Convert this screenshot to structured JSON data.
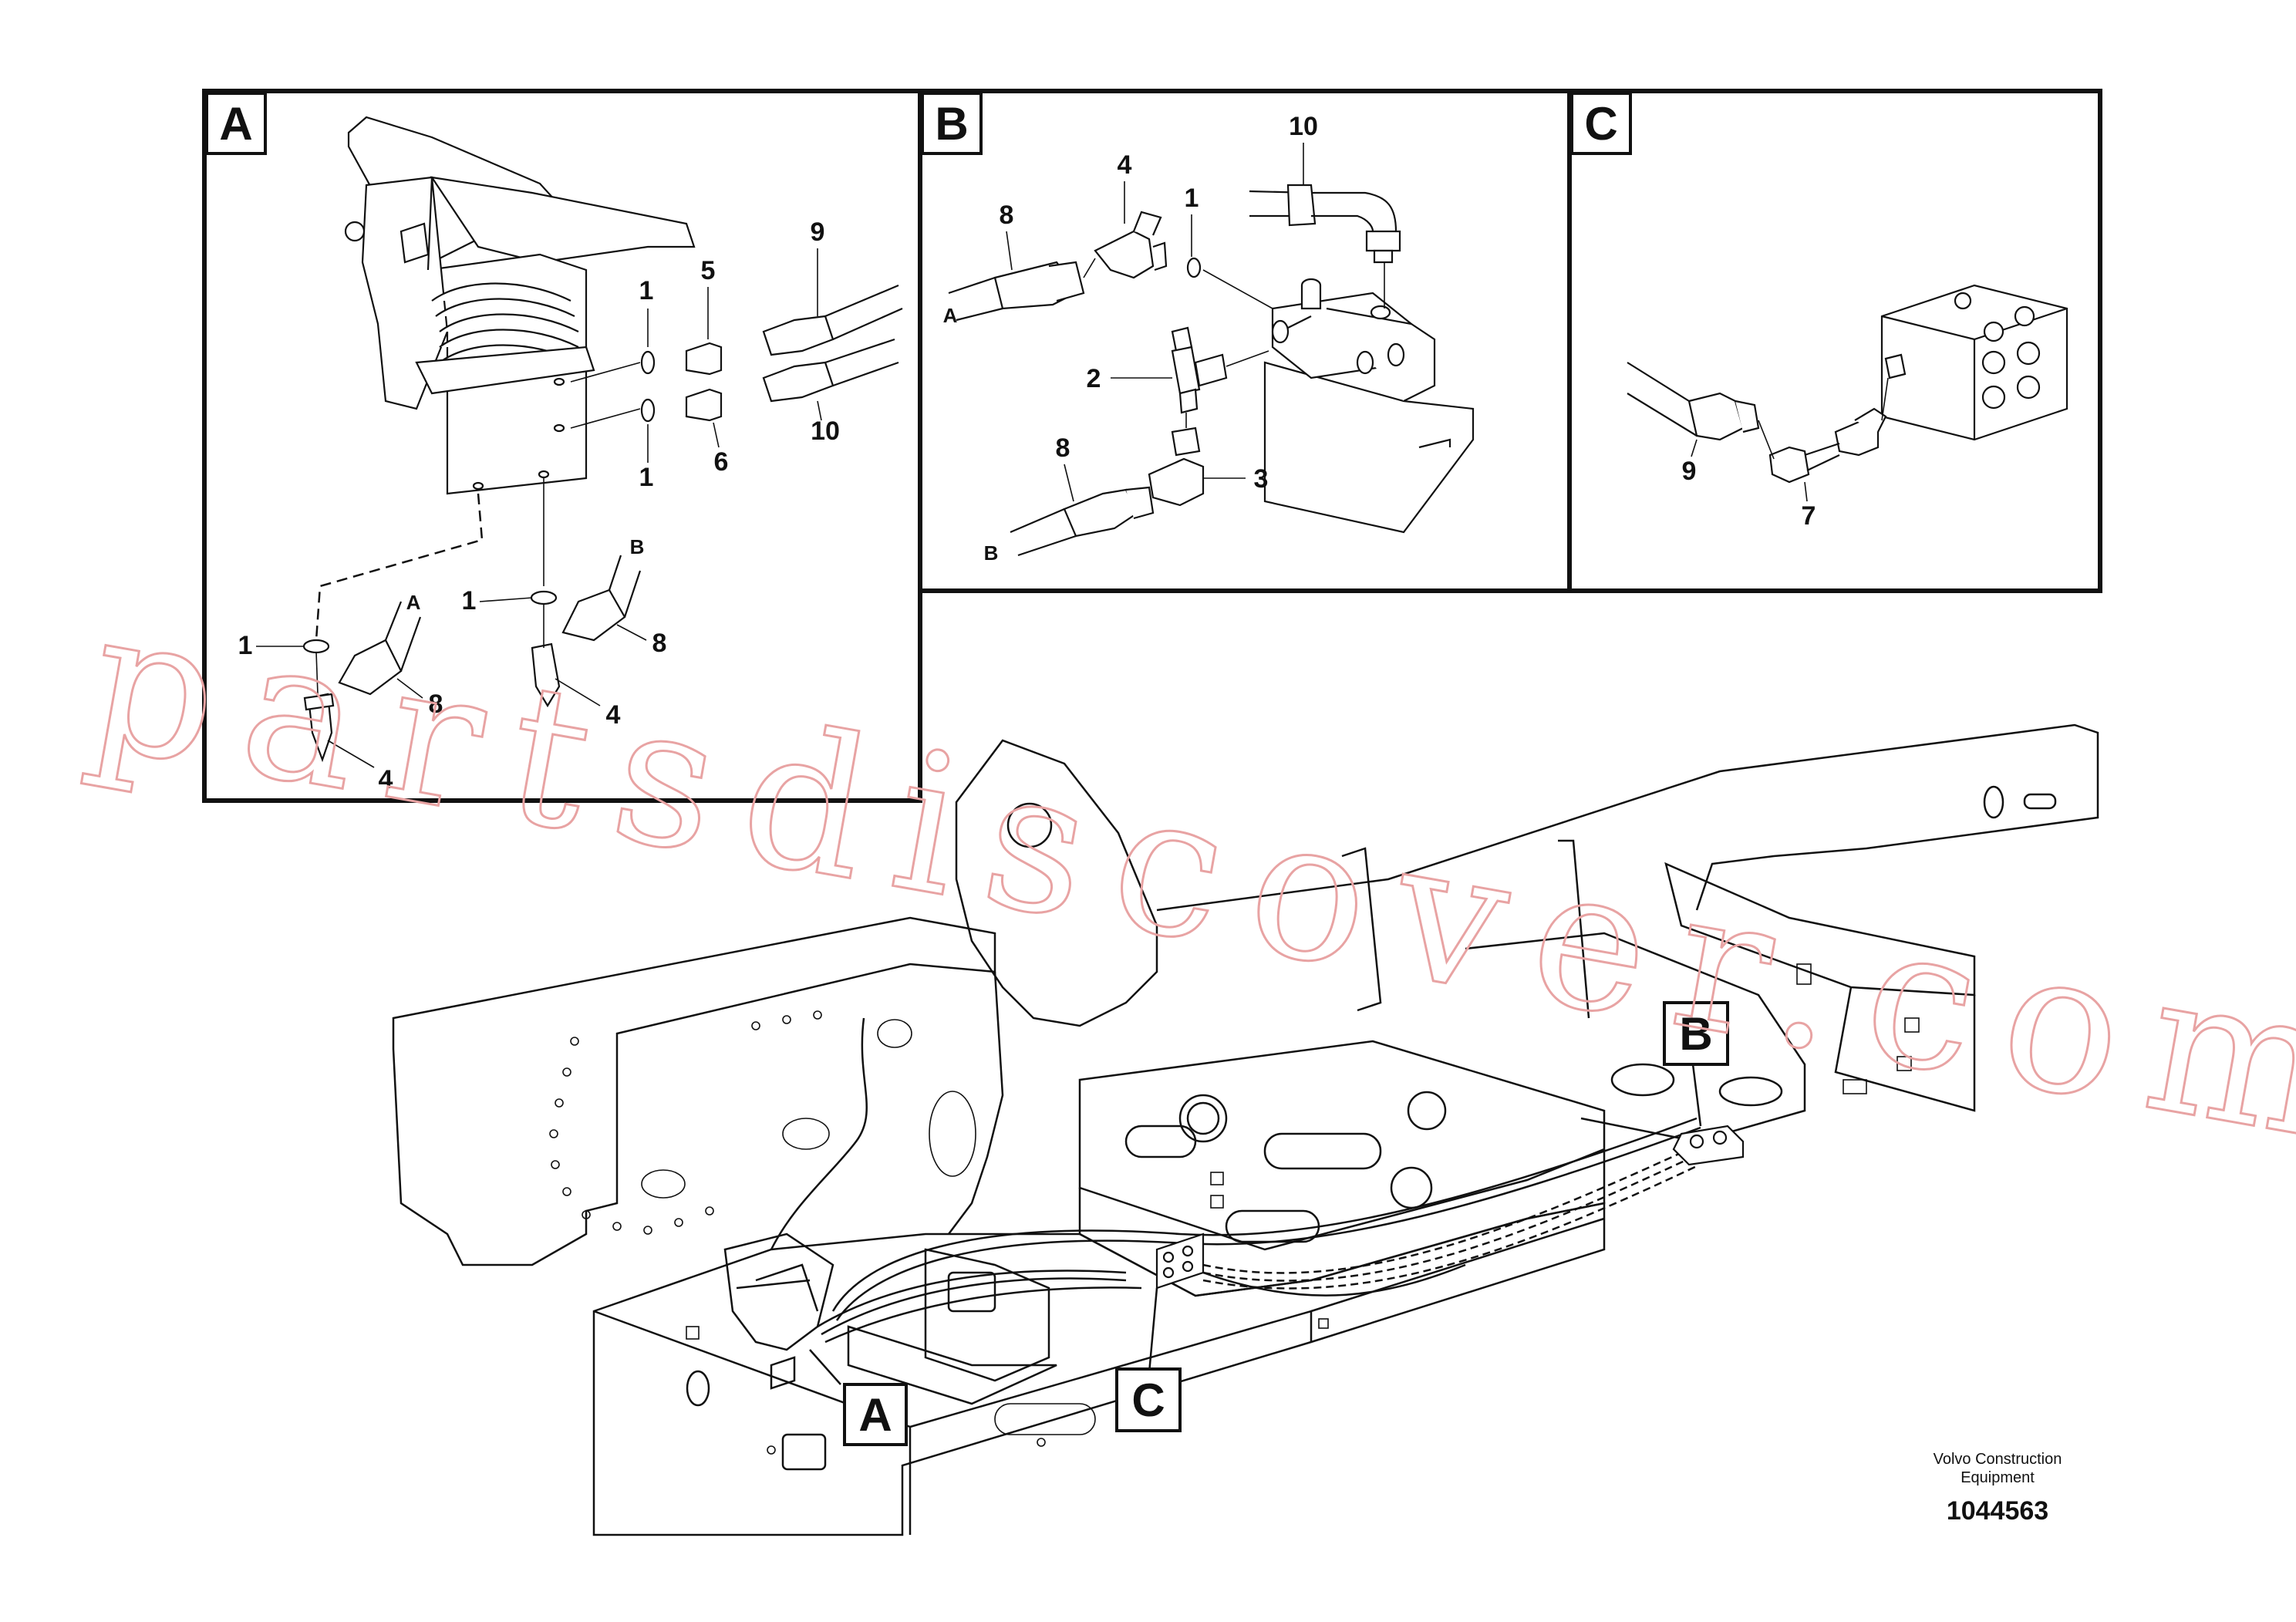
{
  "panels": {
    "a": {
      "title": "A",
      "labels": {
        "l1_top": "1",
        "l1_mid": "1",
        "l5": "5",
        "l6": "6",
        "l9": "9",
        "l10": "10",
        "l1_left": "1",
        "l1_center": "1",
        "hose_a": "A",
        "hose_b": "B",
        "l8_left": "8",
        "l8_right": "8",
        "l4_left": "4",
        "l4_right": "4"
      }
    },
    "b": {
      "title": "B",
      "labels": {
        "l10": "10",
        "l4": "4",
        "l8_top": "8",
        "l1": "1",
        "hose_a": "A",
        "l2": "2",
        "l8_bottom": "8",
        "l3": "3",
        "hose_b": "B"
      }
    },
    "c": {
      "title": "C",
      "labels": {
        "l9": "9",
        "l7": "7"
      }
    }
  },
  "callouts": {
    "a": "A",
    "b": "B",
    "c": "C"
  },
  "watermark": "partsdiscover.com",
  "footer": {
    "company_line1": "Volvo Construction",
    "company_line2": "Equipment",
    "drawing_number": "1044563"
  }
}
